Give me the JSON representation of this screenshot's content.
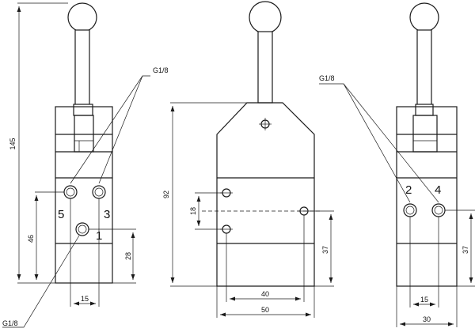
{
  "thread_label": "G1/8",
  "ports": {
    "p5": "5",
    "p3": "3",
    "p1": "1",
    "p2": "2",
    "p4": "4"
  },
  "dimensions": {
    "total_height": "145",
    "left_port_height": "46",
    "lower_port_height": "28",
    "left_port_spacing": "15",
    "front_height": "92",
    "hole_spacing_v": "18",
    "front_port_height": "37",
    "hole_spacing_h": "40",
    "front_width": "50",
    "right_port_height": "37",
    "right_port_spacing": "15",
    "right_width": "30"
  }
}
